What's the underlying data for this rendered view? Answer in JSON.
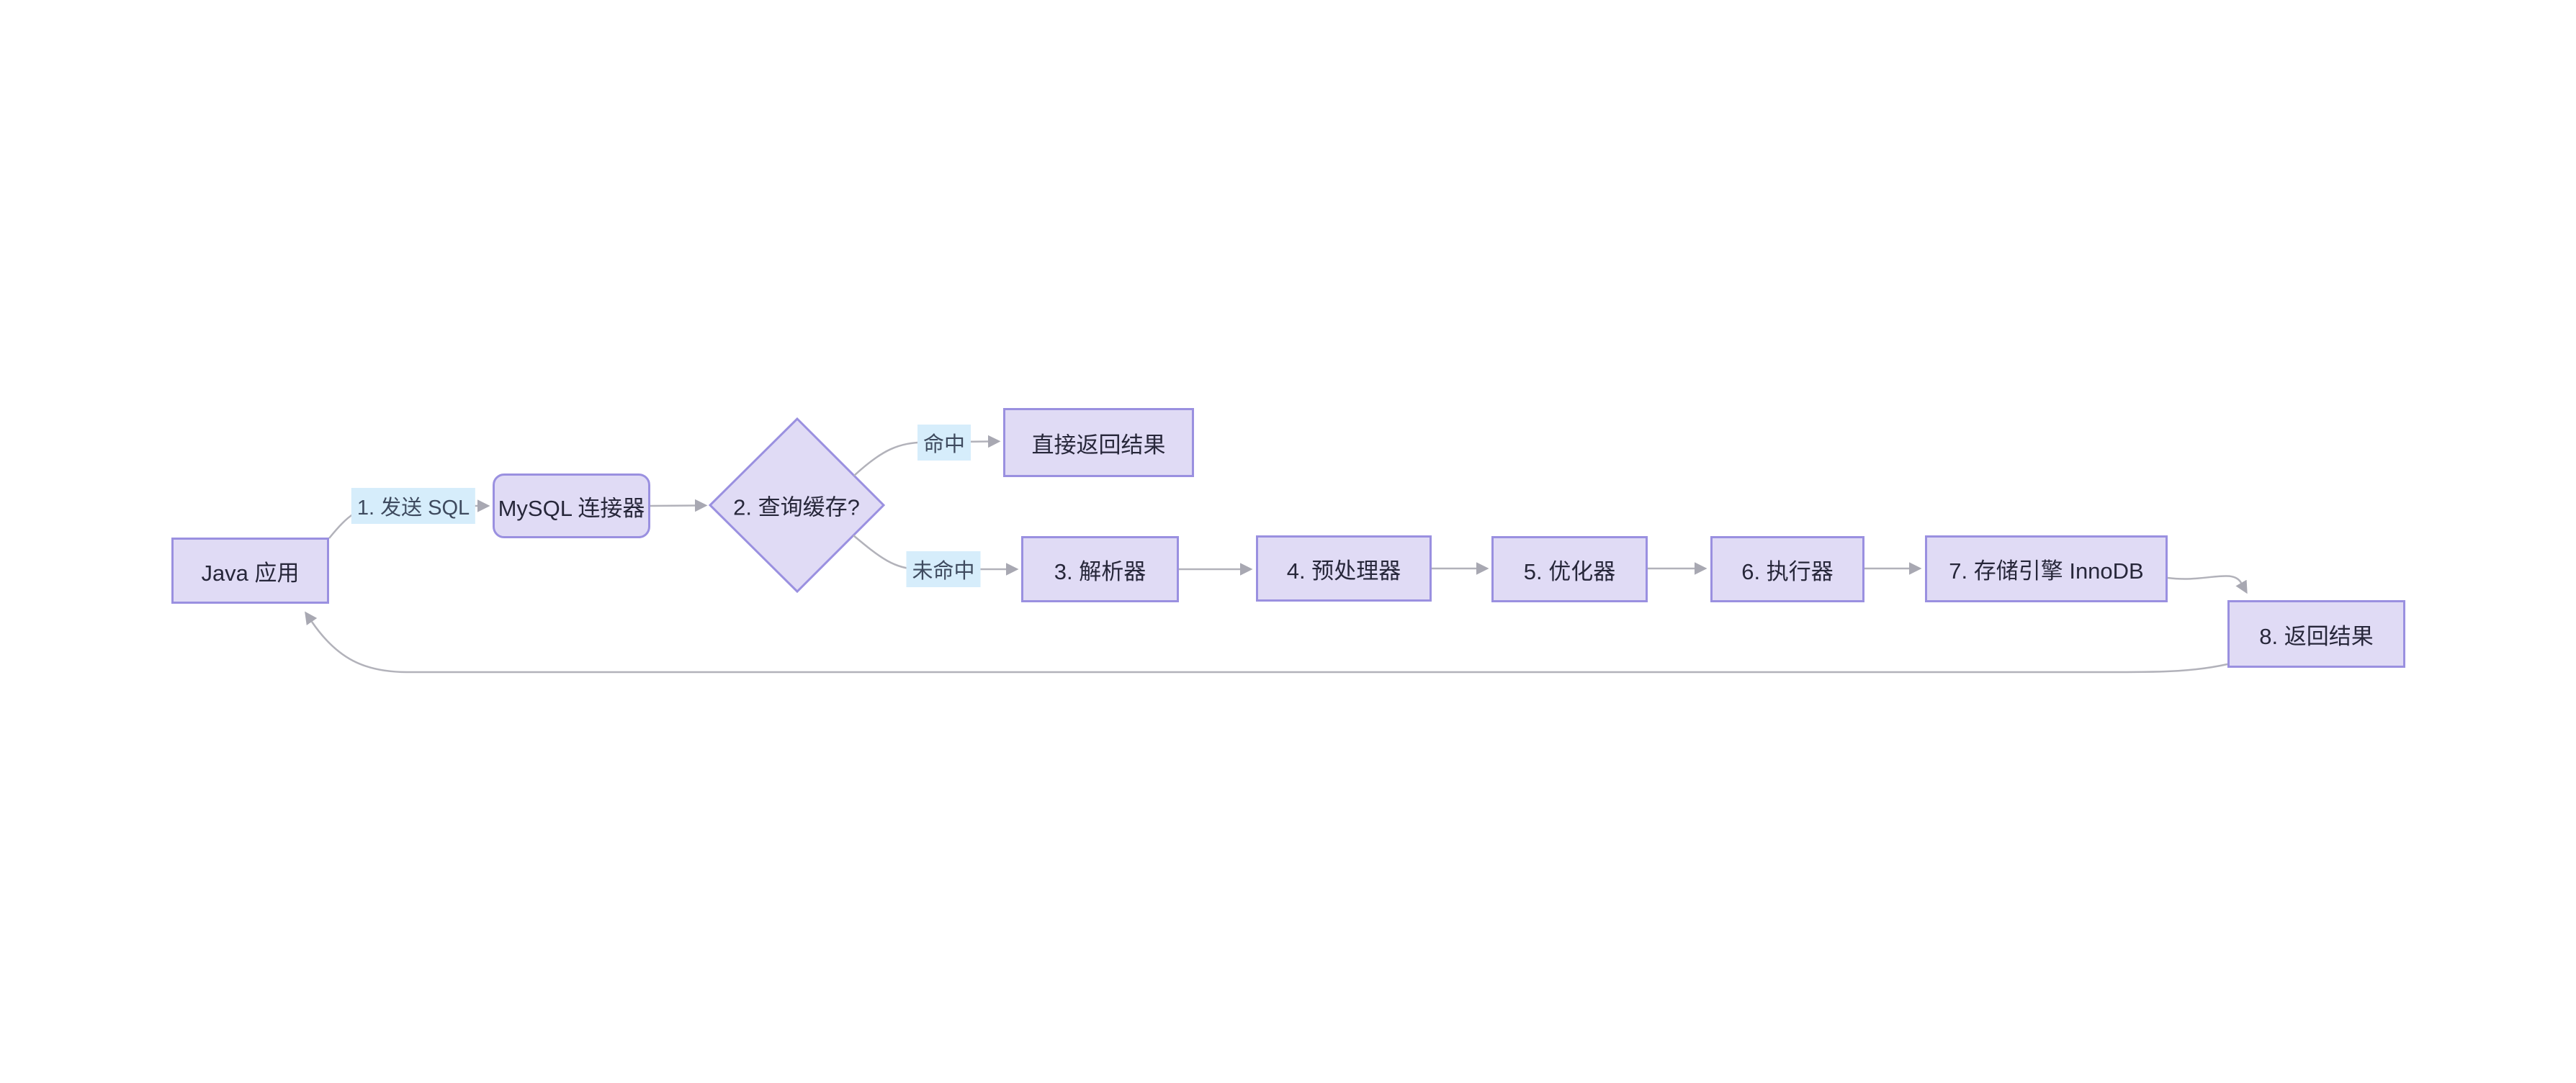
{
  "diagram": {
    "type": "flowchart",
    "background": "#ffffff",
    "colors": {
      "node_fill": "#e0dbf5",
      "node_border": "#9a90e0",
      "node_text": "#27273a",
      "edge_line": "#b2b2ba",
      "arrowhead": "#a8a8b2",
      "edge_label_bg": "#d6edfb",
      "edge_label_text": "#3e4a5e"
    },
    "nodes": [
      {
        "id": "java-app",
        "shape": "rect",
        "label": "Java 应用"
      },
      {
        "id": "mysql-conn",
        "shape": "rounded",
        "label": "MySQL 连接器"
      },
      {
        "id": "query-cache",
        "shape": "diamond",
        "label": "2. 查询缓存?"
      },
      {
        "id": "direct-return",
        "shape": "rect",
        "label": "直接返回结果"
      },
      {
        "id": "parser",
        "shape": "rect",
        "label": "3. 解析器"
      },
      {
        "id": "preprocessor",
        "shape": "rect",
        "label": "4. 预处理器"
      },
      {
        "id": "optimizer",
        "shape": "rect",
        "label": "5. 优化器"
      },
      {
        "id": "executor",
        "shape": "rect",
        "label": "6. 执行器"
      },
      {
        "id": "storage-engine",
        "shape": "rect",
        "label": "7. 存储引擎 InnoDB"
      },
      {
        "id": "return-result",
        "shape": "rect",
        "label": "8. 返回结果"
      }
    ],
    "edge_labels": [
      {
        "id": "send-sql",
        "label": "1. 发送 SQL",
        "from": "java-app",
        "to": "mysql-conn"
      },
      {
        "id": "hit",
        "label": "命中",
        "from": "query-cache",
        "to": "direct-return"
      },
      {
        "id": "miss",
        "label": "未命中",
        "from": "query-cache",
        "to": "parser"
      }
    ],
    "edges": [
      {
        "from": "java-app",
        "to": "mysql-conn",
        "label": "1. 发送 SQL"
      },
      {
        "from": "mysql-conn",
        "to": "query-cache",
        "label": ""
      },
      {
        "from": "query-cache",
        "to": "direct-return",
        "label": "命中"
      },
      {
        "from": "query-cache",
        "to": "parser",
        "label": "未命中"
      },
      {
        "from": "parser",
        "to": "preprocessor",
        "label": ""
      },
      {
        "from": "preprocessor",
        "to": "optimizer",
        "label": ""
      },
      {
        "from": "optimizer",
        "to": "executor",
        "label": ""
      },
      {
        "from": "executor",
        "to": "storage-engine",
        "label": ""
      },
      {
        "from": "storage-engine",
        "to": "return-result",
        "label": ""
      },
      {
        "from": "return-result",
        "to": "java-app",
        "label": ""
      }
    ]
  }
}
